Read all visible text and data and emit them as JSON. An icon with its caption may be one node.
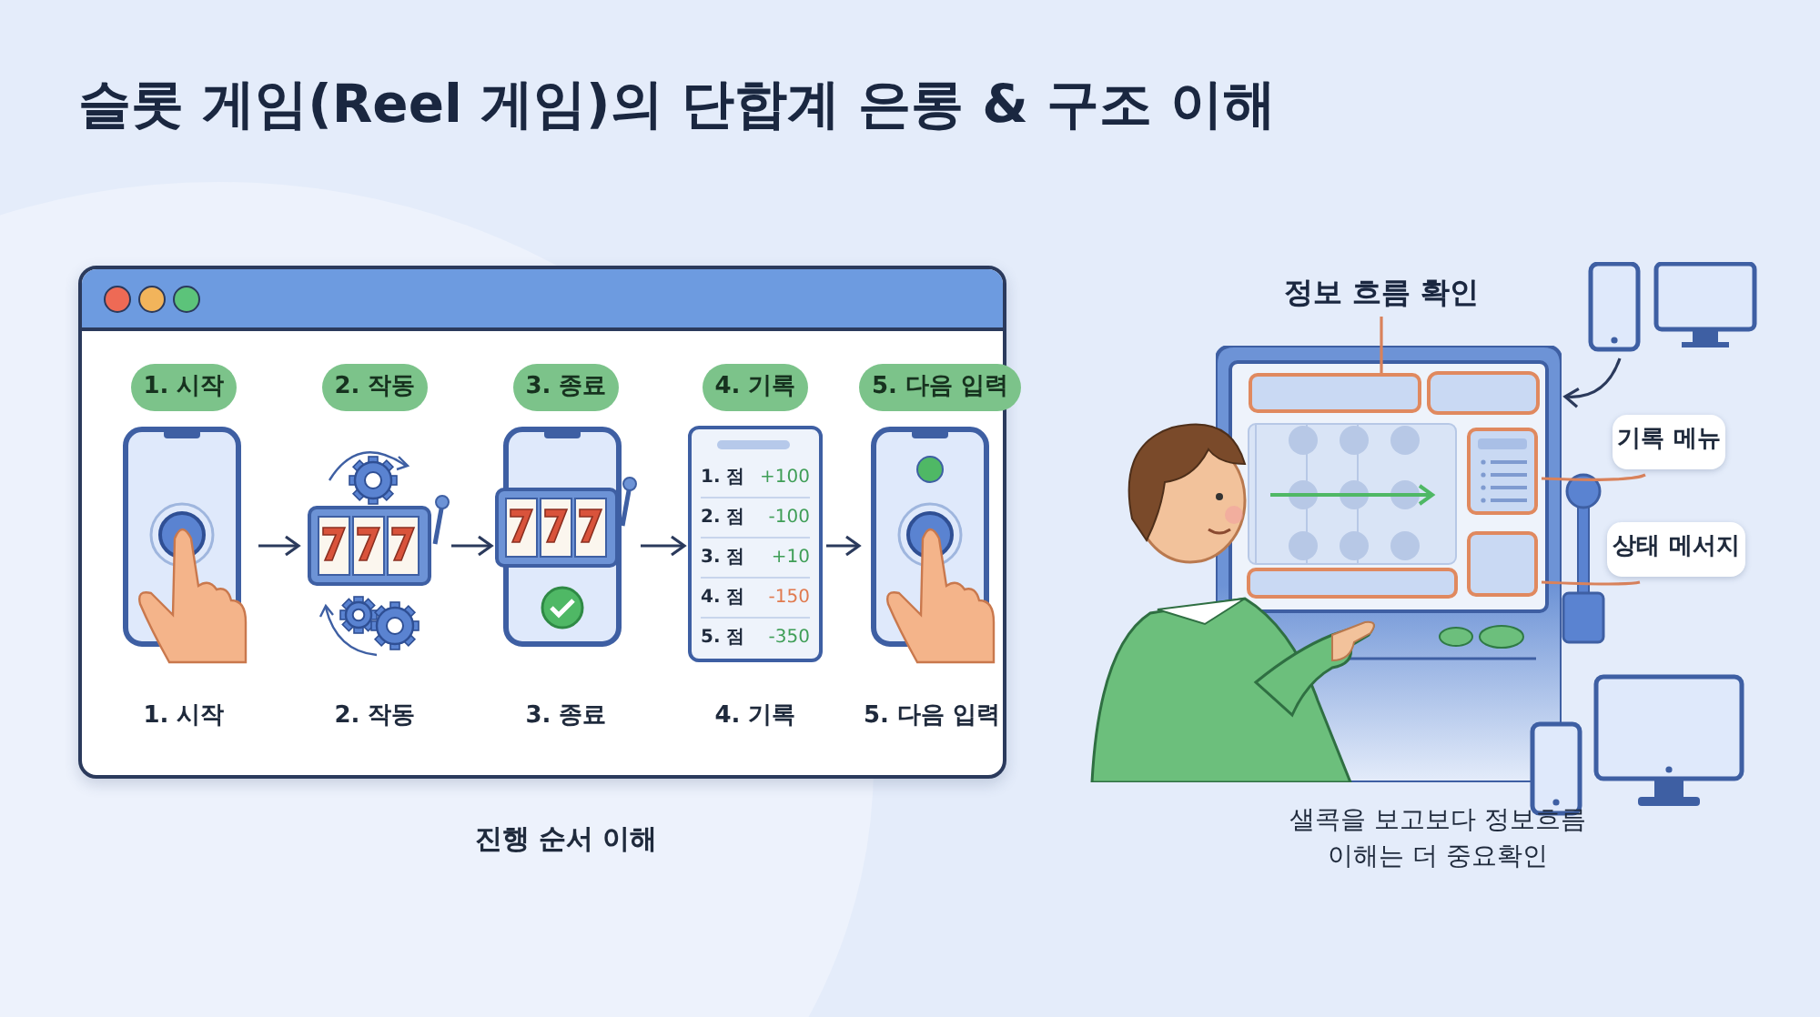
{
  "diagram": {
    "title": "슬롯 게임(Reel 게임)의 단합계 은롱 & 구조 이해",
    "nodes": [
      {
        "text": [],
        "shape": "box"
      },
      {
        "text": [
          "1. 시작",
          "1. 시작"
        ],
        "in": 0
      },
      {
        "text": [
          "2. 작동",
          "2. 작동"
        ],
        "in": 0
      },
      {
        "text": [
          "3. 종료",
          "3. 종료"
        ],
        "in": 0
      },
      {
        "text": [
          "4. 기록",
          "4. 기록"
        ],
        "in": 0
      },
      {
        "text": [
          "5. 다음 입력",
          "5. 다음 입력"
        ],
        "in": 0
      },
      {
        "text": [
          "정보 흐름 확인"
        ]
      },
      {
        "text": [],
        "shape": "picture"
      },
      {
        "text": [],
        "shape": "box",
        "in": 7
      },
      {
        "text": [
          "기록 메뉴"
        ]
      },
      {
        "text": [],
        "shape": "box",
        "in": 7
      },
      {
        "text": [
          "상태 메서지"
        ]
      },
      {
        "text": [],
        "shape": "box",
        "in": 7
      },
      {
        "text": [],
        "shape": "picture"
      }
    ],
    "edges": [
      {
        "from": 1,
        "to": 2,
        "arrow": "to"
      },
      {
        "from": 2,
        "to": 3,
        "arrow": "to"
      },
      {
        "from": 3,
        "to": 4,
        "arrow": "to"
      },
      {
        "from": 4,
        "to": 5,
        "arrow": "to"
      },
      {
        "from": 6,
        "to": 8,
        "arrow": "none",
        "color": "#d9825b"
      },
      {
        "from": 9,
        "to": 10,
        "arrow": "none",
        "color": "#d9825b"
      },
      {
        "from": 11,
        "to": 12,
        "arrow": "none",
        "color": "#d9825b"
      },
      {
        "from": 13,
        "to": 7,
        "arrow": "to"
      }
    ],
    "labels": [
      "1. 점",
      "+100",
      "2. 점",
      "-100",
      "3. 점",
      "+10",
      "4. 점",
      "-150",
      "5. 점",
      "-350",
      "진행 순서 이해",
      "샐콕을 보고보다 정보흐름 이해는 더 중요확인"
    ]
  }
}
